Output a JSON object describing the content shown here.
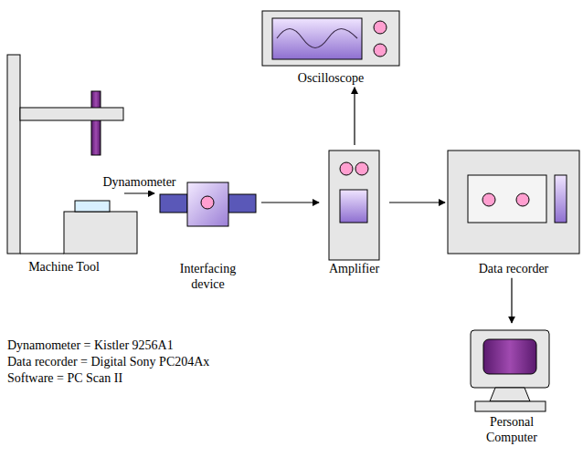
{
  "diagram": {
    "nodes": [
      {
        "text": [
          "Machine Tool"
        ]
      },
      {
        "text": [
          "Interfacing device"
        ]
      },
      {
        "text": [
          "Amplifier"
        ]
      },
      {
        "text": [
          "Oscilloscope"
        ]
      },
      {
        "text": [
          "Data recorder"
        ]
      },
      {
        "text": [
          "Personal Computer"
        ]
      }
    ],
    "edges": [
      {
        "from": 0,
        "to": 1,
        "label": "Dynamometer",
        "arrow": "to"
      },
      {
        "from": 1,
        "to": 2,
        "arrow": "to"
      },
      {
        "from": 2,
        "to": 3,
        "arrow": "to"
      },
      {
        "from": 2,
        "to": 4,
        "arrow": "to"
      },
      {
        "from": 4,
        "to": 5,
        "arrow": "to"
      }
    ],
    "labels": [
      "Dynamometer = Kistler 9256A1",
      "Data recorder = Digital Sony PC204Ax",
      "Software = PC Scan II"
    ]
  }
}
